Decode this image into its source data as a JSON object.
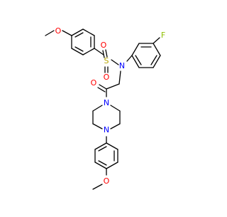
{
  "colors": {
    "background": "#ffffff",
    "bond": "#000000",
    "oxygen": "#ff0000",
    "nitrogen": "#0000ff",
    "sulfur": "#b8a500",
    "fluorine": "#8fbf00"
  },
  "atoms": {
    "o_methoxy_top": "O",
    "s": "S",
    "o_s_upper": "O",
    "o_s_lower": "O",
    "n_sulfonamide": "N",
    "f": "F",
    "o_carbonyl": "O",
    "n_piperazine_top": "N",
    "n_piperazine_bottom": "N",
    "o_methoxy_bottom": "O"
  }
}
